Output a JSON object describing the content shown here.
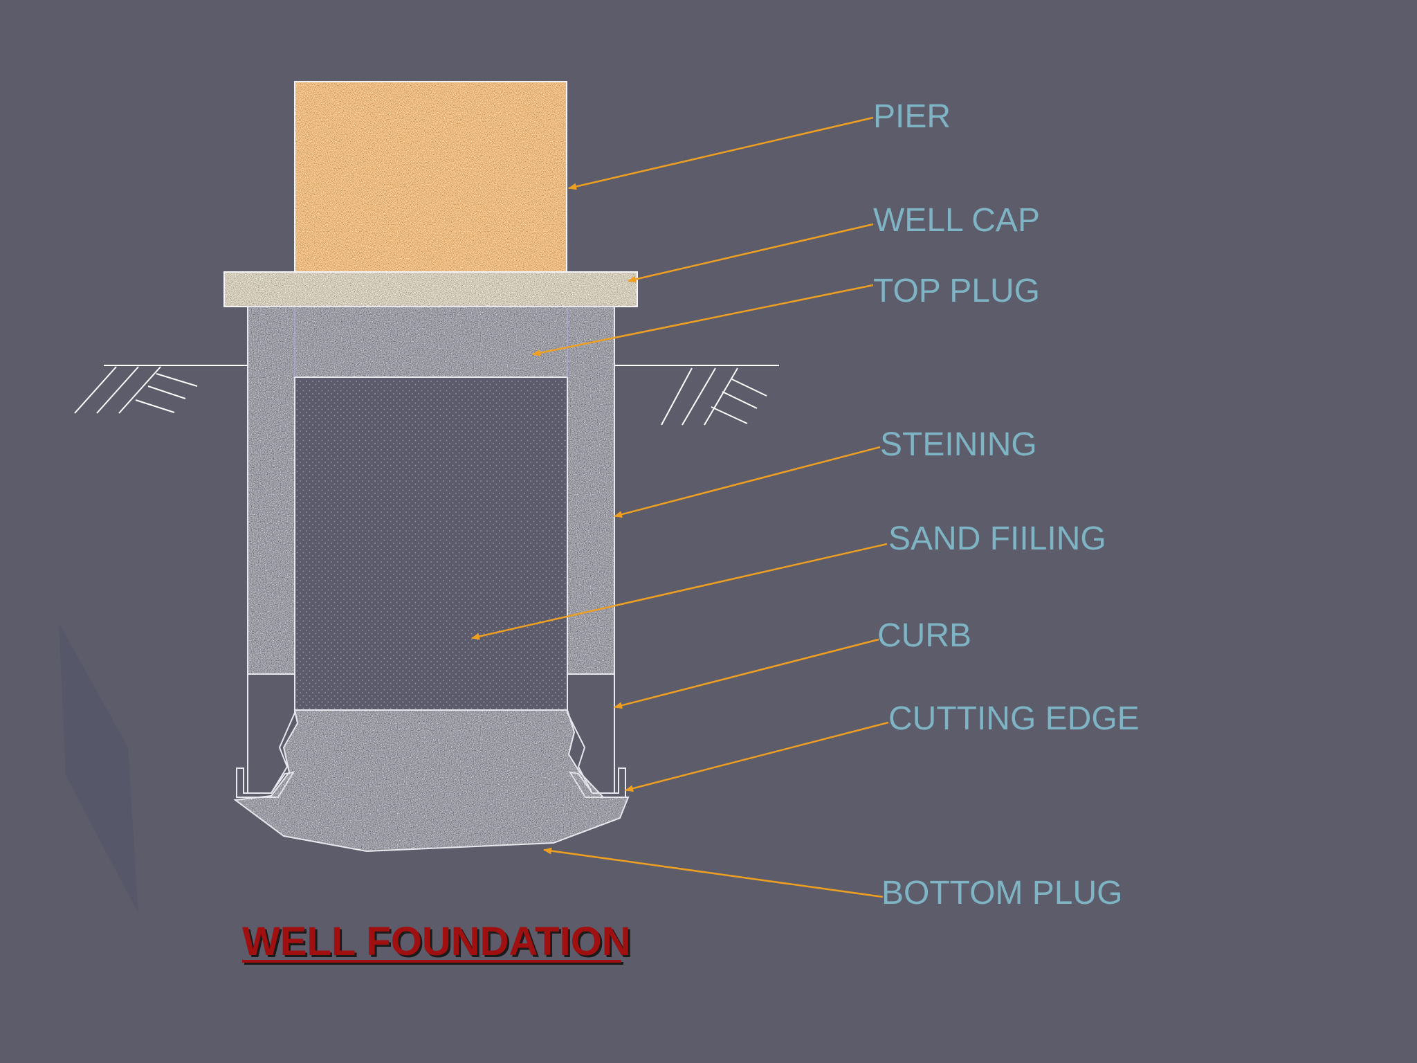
{
  "title": "WELL FOUNDATION",
  "labels": {
    "pier": "PIER",
    "well_cap": "WELL CAP",
    "top_plug": "TOP PLUG",
    "steining": "STEINING",
    "sand_filling": "SAND FIILING",
    "curb": "CURB",
    "cutting_edge": "CUTTING EDGE",
    "bottom_plug": "BOTTOM PLUG"
  },
  "colors": {
    "background": "#5c5c6b",
    "label_text": "#7fb4c4",
    "leader_line": "#f0a020",
    "title": "#a01010",
    "title_shadow": "#1a1a1a",
    "pier": "#c98c5a",
    "well_cap": "#a09a8e",
    "concrete": "#bcbcc4",
    "sand": "#5b5b6c",
    "outline": "#e8e8ee"
  }
}
